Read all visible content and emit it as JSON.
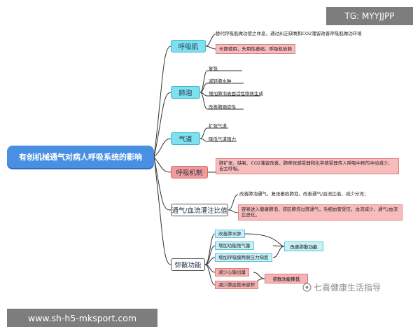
{
  "root": {
    "title": "有创机械通气对病人呼吸系统的影响"
  },
  "tag": "TG: MYYJJPP",
  "url": "www.sh-h5-mksport.com",
  "watermark": "七喜健康生活指导",
  "branches": {
    "respiratory_muscle": {
      "label": "呼吸肌",
      "leaves": [
        "替代呼吸肌做功使之休息，通过纠正缺氧和CO2潴留改善呼吸肌做功环境",
        "长期使用，失用性萎缩、呼吸机依赖"
      ]
    },
    "alveoli": {
      "label": "肺泡",
      "leaves": [
        "复张",
        "减轻肺水肿",
        "增加肺泡表面活性物质生成",
        "改善肺顺应性"
      ]
    },
    "airway": {
      "label": "气道",
      "leaves": [
        "扩张气道",
        "降低气道阻力"
      ]
    },
    "respiratory_mechanism": {
      "label": "呼吸机制",
      "text": "肺扩张、缺氧、CO2潴留改善，肺牵张感受器和化学感受器传入呼吸中枢的冲动减少，自主呼吸。"
    },
    "ventilation_perfusion": {
      "label": "通气/血流灌注比值",
      "leaf": "改善肺泡通气，复张萎陷肺泡，改善通气/血流比值，减少分流；",
      "text": "容易进入健康肺泡，该区肺泡过度通气，毛细血管受压，血流减少，通气/血流比恶化，"
    },
    "diffusion": {
      "label": "弥散功能",
      "improve_items": [
        "改善肺水肿",
        "增加功能残气量",
        "增加呼吸膜两侧压力梯度"
      ],
      "improve_label": "改善弥散功能",
      "reduce_items": [
        "减少心输出量",
        "减少肺血管床容积"
      ],
      "reduce_label": "弥散功能降低"
    }
  }
}
